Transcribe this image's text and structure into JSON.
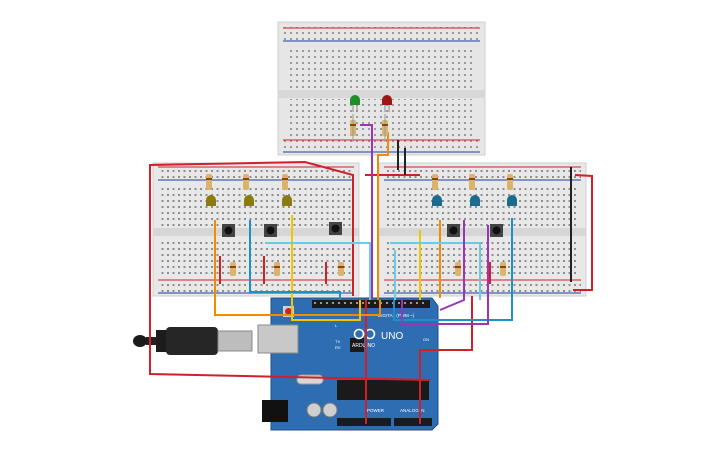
{
  "scene": {
    "board": {
      "brand": "ARDUINO",
      "model": "UNO",
      "digital_label": "DIGITAL (PWM ~)",
      "power_label": "POWER",
      "analog_label": "ANALOG IN",
      "on_label": "ON",
      "tx_label": "TX",
      "rx_label": "RX",
      "l_label": "L"
    },
    "colors": {
      "board": "#2f6db3",
      "breadboard": "#e9e9e9",
      "wire_red": "#d0202a",
      "wire_orange": "#f08c00",
      "wire_yellow": "#f2c500",
      "wire_blue": "#1e90c8",
      "wire_purple": "#9b35b8",
      "wire_cyan": "#6ccbe0",
      "wire_dark": "#222222",
      "led_green": "#1f8f2a",
      "led_red": "#9d1515",
      "led_olive": "#8a7a10",
      "led_teal": "#1a6b8e"
    },
    "icons": {
      "usb": "usb-cable-icon",
      "power_jack": "barrel-jack-icon",
      "reset": "reset-button-icon",
      "logo": "arduino-infinity-logo"
    }
  }
}
